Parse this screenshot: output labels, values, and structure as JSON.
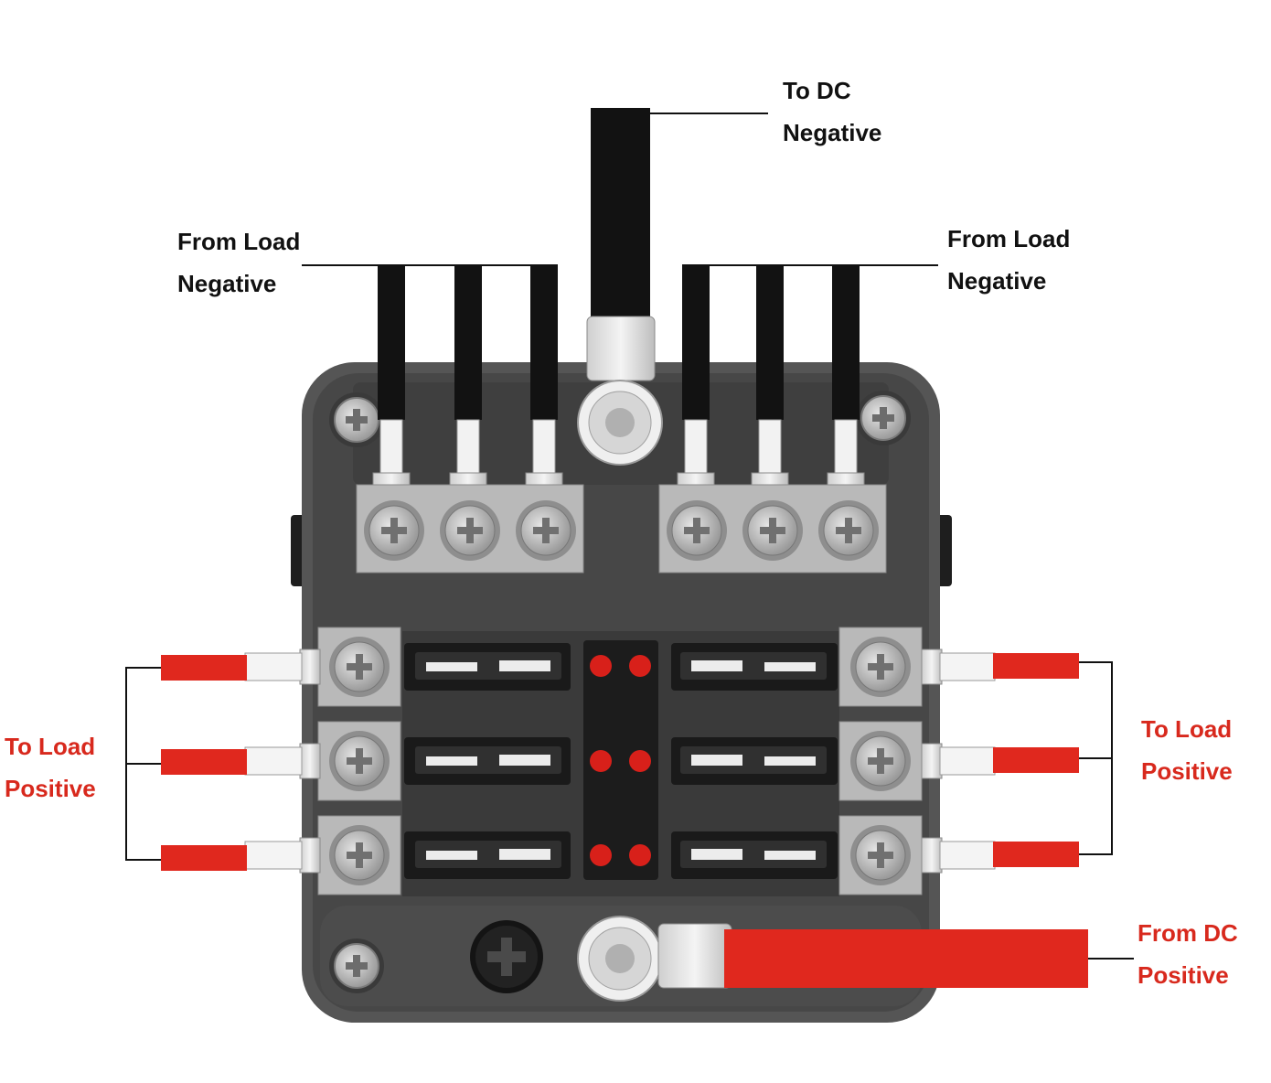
{
  "labels": {
    "to_dc_negative": {
      "line1": "To DC",
      "line2": "Negative"
    },
    "from_load_negative_left": {
      "line1": "From Load",
      "line2": "Negative"
    },
    "from_load_negative_right": {
      "line1": "From Load",
      "line2": "Negative"
    },
    "to_load_positive_left": {
      "line1": "To Load",
      "line2": "Positive"
    },
    "to_load_positive_right": {
      "line1": "To Load",
      "line2": "Positive"
    },
    "from_dc_positive": {
      "line1": "From DC",
      "line2": "Positive"
    }
  },
  "colors": {
    "positive_wire": "#e0281e",
    "negative_wire": "#121212",
    "housing": "#4a4a4a",
    "housing_inner": "#3d3d3d",
    "terminal_block": "#b9b9b9",
    "led": "#d8201a",
    "label_black": "#111111",
    "label_red": "#d8291d"
  },
  "fuse_block": {
    "fuse_rows": 3,
    "fuses_per_row": 2,
    "led_indicators": 6,
    "negative_terminals": 6,
    "positive_terminals": 6
  }
}
